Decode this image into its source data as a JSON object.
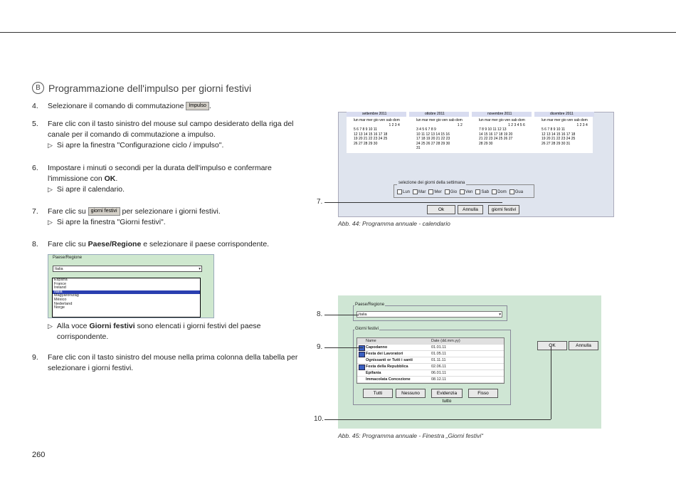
{
  "section": {
    "marker": "B",
    "title": "Programmazione dell'impulso per giorni festivi"
  },
  "steps": {
    "s4": {
      "num": "4.",
      "text": "Selezionare il comando di commutazione",
      "chip": "Impulso",
      "tail": "."
    },
    "s5": {
      "num": "5.",
      "text": "Fare clic con il tasto sinistro del mouse sul campo desiderato della riga del canale per il comando di commutazione a impulso.",
      "sub": "Si apre la finestra \"Configurazione ciclo / impulso\"."
    },
    "s6": {
      "num": "6.",
      "text_a": "Impostare i minuti o secondi per la durata dell'impulso e confermare l'immissione con ",
      "bold": "OK",
      "text_b": ".",
      "sub": "Si apre il calendario."
    },
    "s7": {
      "num": "7.",
      "text_a": "Fare clic su ",
      "chip": "giorni festivi",
      "text_b": " per selezionare i giorni festivi.",
      "sub": "Si apre la finestra \"Giorni festivi\"."
    },
    "s8": {
      "num": "8.",
      "text_a": "Fare clic su ",
      "bold": "Paese/Regione",
      "text_b": " e selezionare il paese corrispondente.",
      "sub_a": "Alla voce ",
      "sub_bold": "Giorni festivi",
      "sub_b": " sono elencati i giorni festivi del paese corrispondente."
    },
    "s9": {
      "num": "9.",
      "text": "Fare clic con il tasto sinistro del mouse nella prima colonna della tabella per selezionare i giorni festivi."
    }
  },
  "dropdown": {
    "label": "Paese/Regione",
    "value": "Italia",
    "options": [
      "España",
      "France",
      "Ireland",
      "Italia",
      "Magyarország",
      "México",
      "Nederland",
      "Norge"
    ],
    "selected": "Italia"
  },
  "calendar": {
    "months": [
      {
        "name": "settembre",
        "year": "2011",
        "rows": [
          "1 2 3 4",
          "5 6 7 8 9 10 11",
          "12 13 14 15 16 17 18",
          "19 20 21 22 23 24 25",
          "26 27 28 29 30"
        ]
      },
      {
        "name": "ottobre",
        "year": "2011",
        "rows": [
          "1 2",
          "3 4 5 6 7 8 9",
          "10 11 12 13 14 15 16",
          "17 18 19 20 21 22 23",
          "24 25 26 27 28 29 30",
          "31"
        ]
      },
      {
        "name": "novembre",
        "year": "2011",
        "rows": [
          "1 2 3 4 5 6",
          "7 8 9 10 11 12 13",
          "14 15 16 17 18 19 20",
          "21 22 23 24 25 26 27",
          "28 29 30"
        ]
      },
      {
        "name": "dicembre",
        "year": "2011",
        "rows": [
          "1 2 3 4",
          "5 6 7 8 9 10 11",
          "12 13 14 15 16 17 18",
          "19 20 21 22 23 24 25",
          "26 27 28 29 30 31"
        ]
      }
    ],
    "weekdays": "lun mar mer gio ven sab dom",
    "weekday_box_label": "selezione dei giorni della settimana",
    "weekday_checks": [
      "Lun",
      "Mar",
      "Mer",
      "Gio",
      "Ven",
      "Sab",
      "Dom",
      "Gua"
    ],
    "btn_ok": "Ok",
    "btn_cancel": "Annulla",
    "btn_holidays": "giorni festivi"
  },
  "callouts": {
    "c7": "7.",
    "c8": "8.",
    "c9": "9.",
    "c10": "10."
  },
  "captions": {
    "fig44": "Abb. 44:  Programma annuale - calendario",
    "fig45": "Abb. 45:  Programma annuale - Finestra „Giorni festivi“"
  },
  "holidays": {
    "country_label": "Paese/Regione",
    "country_value": "Italia",
    "list_label": "Giorni festivi",
    "col_name": "Name",
    "col_date": "Date (dd.mm.yy)",
    "rows": [
      {
        "name": "Capodanno",
        "date": "01.01.11",
        "checked": true
      },
      {
        "name": "Festa dei Lavoratori",
        "date": "01.05.11",
        "checked": true
      },
      {
        "name": "Ognissanti or Tutti i santi",
        "date": "01.11.11",
        "checked": false
      },
      {
        "name": "Festa della Repubblica",
        "date": "02.06.11",
        "checked": true
      },
      {
        "name": "Epifania",
        "date": "06.01.11",
        "checked": false
      },
      {
        "name": "Immacolata Concezione",
        "date": "08.12.11",
        "checked": false
      }
    ],
    "btn_all": "Tutti",
    "btn_none": "Nessuno",
    "btn_highlight": "Evidenzia tutto",
    "btn_fixed": "Fisso",
    "btn_ok": "OK",
    "btn_cancel": "Annulla"
  },
  "page_number": "260"
}
